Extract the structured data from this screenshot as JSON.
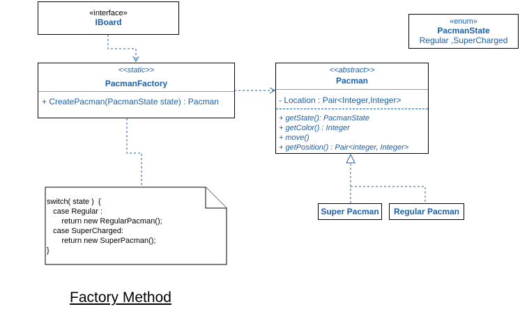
{
  "iboard": {
    "stereotype": "«interface»",
    "name": "IBoard"
  },
  "pacman_state": {
    "stereotype": "«enum»",
    "name": "PacmanState",
    "values": "Regular ,SuperCharged"
  },
  "pacman_factory": {
    "stereotype": "<<static>>",
    "name": "PacmanFactory",
    "method": "+ CreatePacman(PacmanState state) : Pacman"
  },
  "pacman": {
    "stereotype": "<<abstract>>",
    "name": "Pacman",
    "attribute": "- Location : Pair<Integer,Integer>",
    "methods": [
      "+ getState(): PacmanState",
      "+ getColor() : Integer",
      "+ move()",
      "+ getPosition() : Pair<integer, Integer>"
    ]
  },
  "super_pacman": {
    "name": "Super Pacman"
  },
  "regular_pacman": {
    "name": "Regular Pacman"
  },
  "note": {
    "text": "switch( state )  {\n   case Regular :\n       return new RegularPacman();\n   case SuperCharged:\n       return new SuperPacman();\n}"
  },
  "title": "Factory Method"
}
